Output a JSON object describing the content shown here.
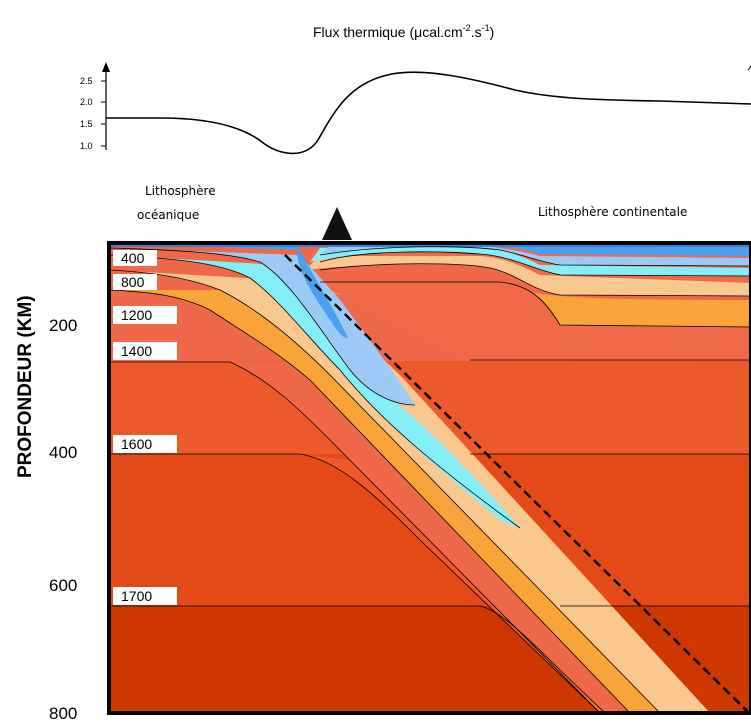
{
  "heat_flow": {
    "title": "Flux thermique (μcal.cm",
    "title_exp1": "-2",
    "title_mid": ".s",
    "title_exp2": "-1",
    "title_end": ")",
    "ticks": [
      "2.5",
      "2.0",
      "1.5",
      "1.0"
    ]
  },
  "labels": {
    "oceanic_line1": "Lithosphère",
    "oceanic_line2": "océanique",
    "continental": "Lithosphère continentale"
  },
  "depth_axis": {
    "title": "PROFONDEUR (KM)",
    "ticks": [
      "200",
      "400",
      "600",
      "800"
    ]
  },
  "isotherms": [
    "400",
    "800",
    "1200",
    "1400",
    "1600",
    "1700"
  ],
  "colors": {
    "t_lt400": "#2b88e0",
    "t_400_600": "#4aa0ee",
    "t_600_800": "#9ccaf4",
    "t_800_1000": "#86eef6",
    "t_1000_1200": "#f8c88e",
    "t_1200_1300": "#f8a438",
    "t_1400": "#f0684a",
    "t_1500": "#ec5a2c",
    "t_1600": "#e44a18",
    "t_1700": "#cc3800"
  }
}
